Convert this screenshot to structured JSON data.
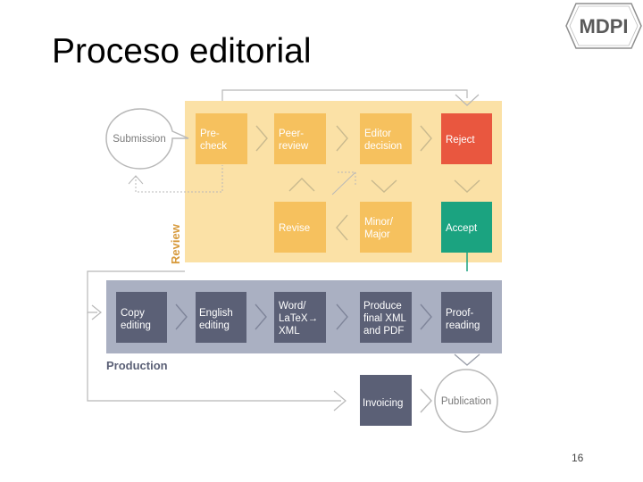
{
  "slide": {
    "title": "Proceso editorial",
    "page_number": "16"
  },
  "logo": {
    "text": "MDPI"
  },
  "diagram": {
    "submission": "Submission",
    "review_label": "Review",
    "production_label": "Production",
    "review_boxes": {
      "precheck": [
        "Pre-",
        "check"
      ],
      "peer_review": [
        "Peer-",
        "review"
      ],
      "editor_decision": [
        "Editor",
        "decision"
      ],
      "reject": [
        "Reject"
      ],
      "revise": [
        "Revise"
      ],
      "minor_major": [
        "Minor/",
        "Major"
      ],
      "accept": [
        "Accept"
      ]
    },
    "production_boxes": {
      "copy_editing": [
        "Copy",
        "editing"
      ],
      "english_editing": [
        "English",
        "editing"
      ],
      "word_latex_xml": [
        "Word/",
        "LaTeX→",
        "XML"
      ],
      "produce_final": [
        "Produce",
        "final XML",
        "and PDF"
      ],
      "proofreading": [
        "Proof-",
        "reading"
      ]
    },
    "invoicing": "Invoicing",
    "publication": "Publication",
    "colors": {
      "review_bg": "#fbe1a6",
      "review_box": "#f6c15e",
      "reject": "#e9573f",
      "accept": "#1ba380",
      "production_bg": "#aab0c2",
      "production_box": "#5b6076",
      "review_text": "#d79a3c",
      "production_text": "#5b6076",
      "line": "#b8b8b8"
    }
  }
}
